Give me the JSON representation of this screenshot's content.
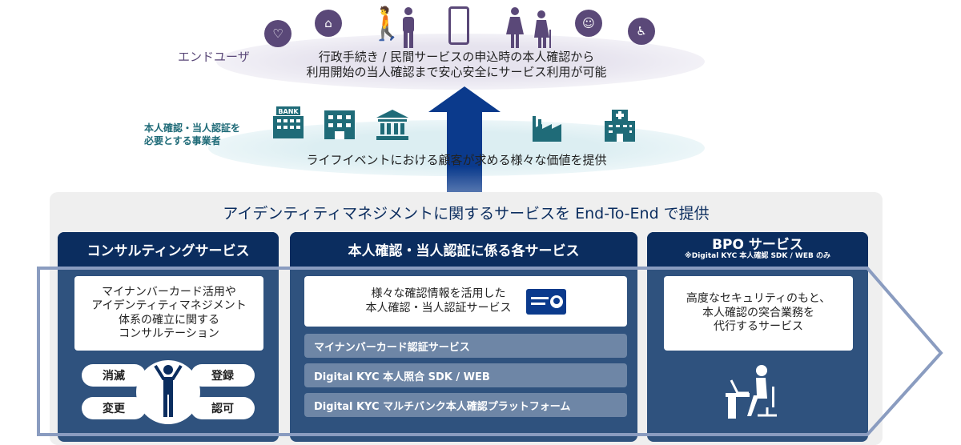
{
  "end_user": {
    "label": "エンドユーザ",
    "line1": "行政手続き / 民間サービスの申込時の本人確認から",
    "line2": "利用開始の当人確認まで安心安全にサービス利用が可能"
  },
  "business": {
    "label_line1": "本人確認・当人認証を",
    "label_line2": "必要とする事業者",
    "bank_text": "BANK",
    "message": "ライフイベントにおける顧客が求める様々な価値を提供"
  },
  "panel_title": "アイデンティティマネジメントに関するサービスを End-To-End で提供",
  "consulting": {
    "title": "コンサルティングサービス",
    "desc": [
      "マイナンバーカード活用や",
      "アイデンティティマネジメント",
      "体系の確立に関する",
      "コンサルテーション"
    ],
    "pills": [
      "消滅",
      "登録",
      "変更",
      "認可"
    ]
  },
  "auth": {
    "title": "本人確認・当人認証に係る各サービス",
    "desc": [
      "様々な確認情報を活用した",
      "本人確認・当人認証サービス"
    ],
    "services": [
      "マイナンバーカード認証サービス",
      "Digital KYC 本人照合 SDK / WEB",
      "Digital KYC マルチバンク本人確認プラットフォーム"
    ]
  },
  "bpo": {
    "title": "BPO サービス",
    "note": "※Digital KYC 本人確認 SDK / WEB のみ",
    "desc": [
      "高度なセキュリティのもと、",
      "本人確認の突合業務を",
      "代行するサービス"
    ]
  },
  "colors": {
    "navy": "#0b2d5f",
    "body": "#2f527e",
    "purple": "#5a4878",
    "teal": "#1f6b78",
    "arrow": "#0b3a8c"
  }
}
